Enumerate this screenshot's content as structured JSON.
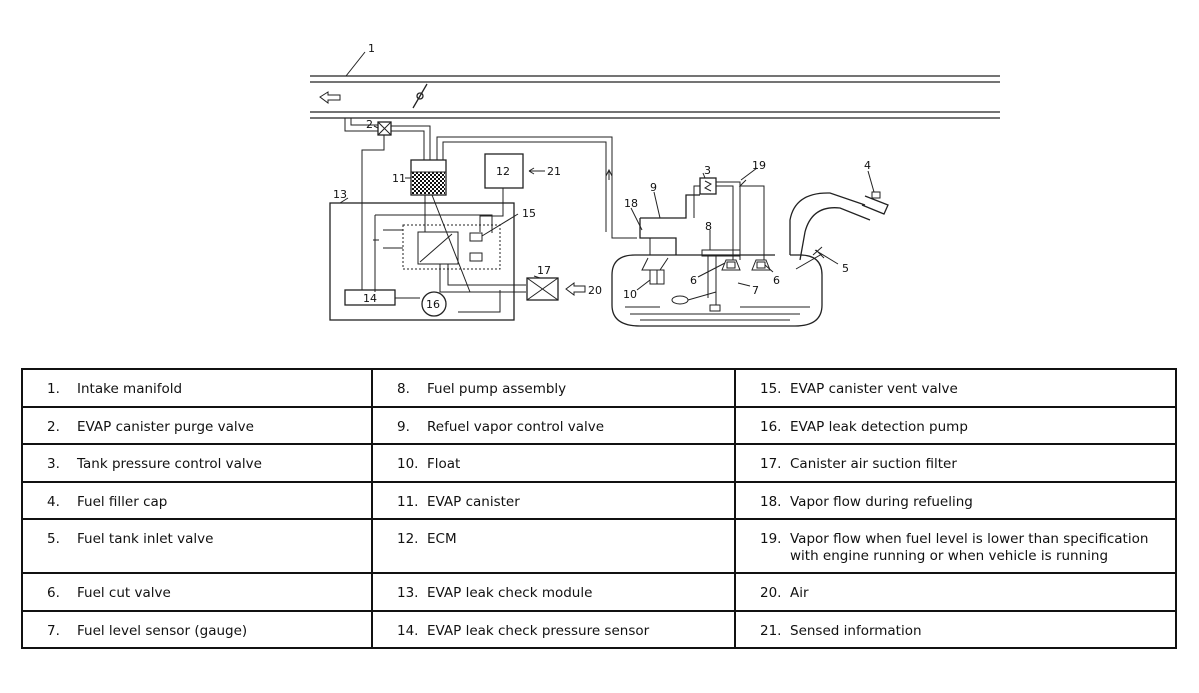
{
  "diagram": {
    "callouts": [
      "1",
      "2",
      "3",
      "4",
      "5",
      "6",
      "6",
      "7",
      "8",
      "9",
      "10",
      "11",
      "12",
      "13",
      "14",
      "15",
      "16",
      "17",
      "18",
      "19",
      "20",
      "21"
    ]
  },
  "legend": {
    "rows": [
      [
        {
          "num": "1.",
          "text": "Intake manifold"
        },
        {
          "num": "8.",
          "text": "Fuel pump assembly"
        },
        {
          "num": "15.",
          "text": "EVAP canister vent valve"
        }
      ],
      [
        {
          "num": "2.",
          "text": "EVAP canister purge valve"
        },
        {
          "num": "9.",
          "text": "Refuel vapor control valve"
        },
        {
          "num": "16.",
          "text": "EVAP leak detection pump"
        }
      ],
      [
        {
          "num": "3.",
          "text": "Tank pressure control valve"
        },
        {
          "num": "10.",
          "text": "Float"
        },
        {
          "num": "17.",
          "text": "Canister air suction filter"
        }
      ],
      [
        {
          "num": "4.",
          "text": "Fuel filler cap"
        },
        {
          "num": "11.",
          "text": "EVAP canister"
        },
        {
          "num": "18.",
          "text": "Vapor flow during refueling"
        }
      ],
      [
        {
          "num": "5.",
          "text": "Fuel tank inlet valve"
        },
        {
          "num": "12.",
          "text": "ECM"
        },
        {
          "num": "19.",
          "text": "Vapor flow when fuel level is lower than specification with engine running or when vehicle is running"
        }
      ],
      [
        {
          "num": "6.",
          "text": "Fuel cut valve"
        },
        {
          "num": "13.",
          "text": "EVAP leak check module"
        },
        {
          "num": "20.",
          "text": "Air"
        }
      ],
      [
        {
          "num": "7.",
          "text": "Fuel level sensor (gauge)"
        },
        {
          "num": "14.",
          "text": "EVAP leak check pressure sensor"
        },
        {
          "num": "21.",
          "text": "Sensed information"
        }
      ]
    ]
  }
}
